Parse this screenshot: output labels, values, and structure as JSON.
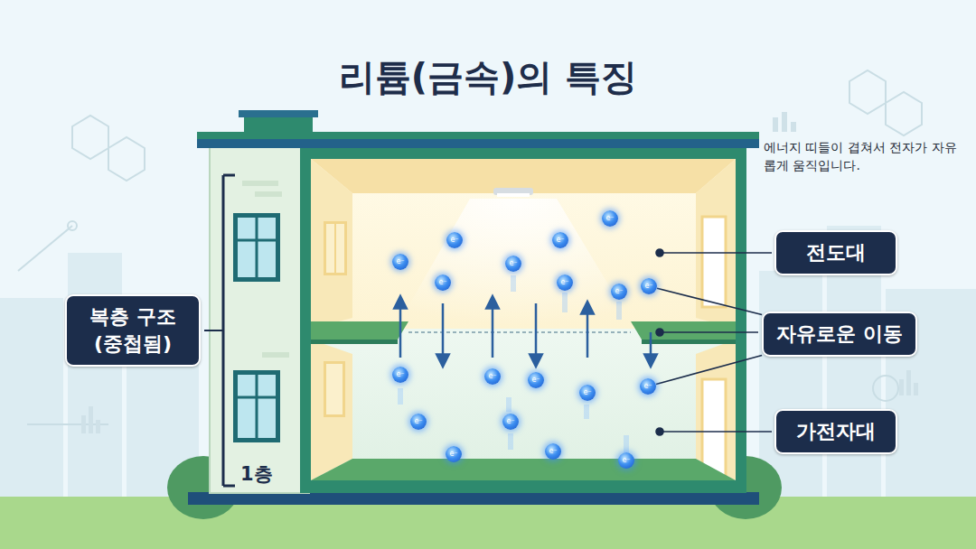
{
  "diagram": {
    "title": "리튬(금속)의 특징",
    "nodes": [
      {
        "text": [
          "복층 구조 (중첩됨)"
        ]
      },
      {
        "text": [
          "전도대"
        ]
      },
      {
        "text": [
          "자유로운 이동"
        ]
      },
      {
        "text": [
          "가전자대"
        ]
      },
      {
        "text": [
          "e⁻"
        ]
      },
      {
        "text": [
          "e⁻"
        ]
      },
      {
        "text": [
          "e⁻"
        ]
      },
      {
        "text": [
          "e⁻"
        ]
      },
      {
        "text": [
          "e⁻"
        ]
      },
      {
        "text": [
          "e⁻"
        ]
      },
      {
        "text": [
          "e⁻"
        ]
      },
      {
        "text": [
          "e⁻"
        ]
      },
      {
        "text": [
          "e⁻"
        ]
      },
      {
        "text": [
          "e⁻"
        ]
      },
      {
        "text": [
          "e⁻"
        ]
      },
      {
        "text": [
          "e⁻"
        ]
      },
      {
        "text": [
          "e⁻"
        ]
      },
      {
        "text": [
          "e⁻"
        ]
      },
      {
        "text": [
          "e⁻"
        ]
      },
      {
        "text": [
          "e⁻"
        ]
      },
      {
        "text": [
          "e⁻"
        ]
      },
      {
        "text": [
          "e⁻"
        ]
      },
      {
        "text": [
          "e⁻"
        ]
      }
    ],
    "edges": [
      {
        "from": 2,
        "to": 12,
        "arrow": "none"
      },
      {
        "from": 2,
        "to": 17,
        "arrow": "none"
      }
    ],
    "labels": [
      "에너지 띠들이 겹쳐서 전자가 자유롭게 움직입니다.",
      "1층"
    ]
  }
}
